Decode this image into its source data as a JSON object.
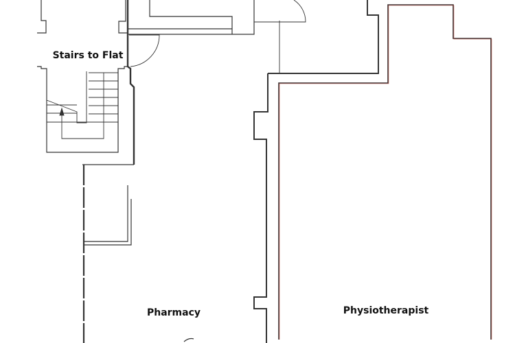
{
  "rooms": {
    "stairs": "Stairs to Flat",
    "pharmacy": "Pharmacy",
    "physio": "Physiotherapist"
  },
  "colors": {
    "wall": "#333333",
    "physio_outline": "#c0392b"
  }
}
